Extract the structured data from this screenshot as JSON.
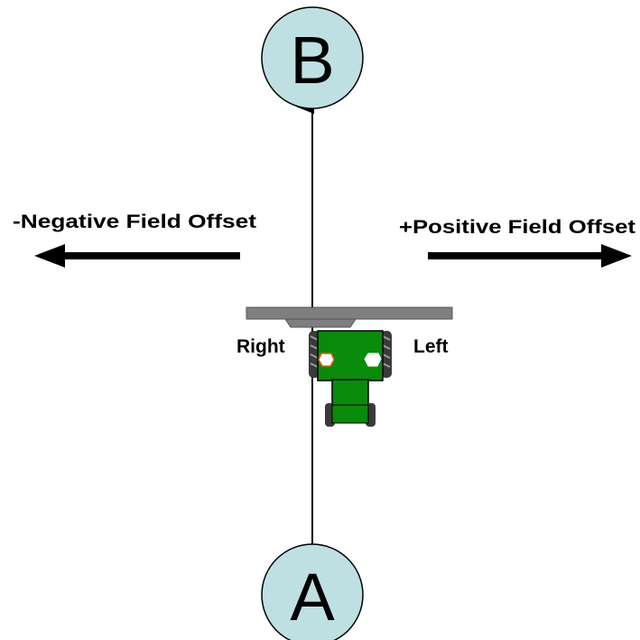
{
  "colors": {
    "background": "#ffffff",
    "node_fill": "#bfe0e2",
    "node_stroke": "#000000",
    "line": "#000000",
    "implement": "#7f7f7f",
    "tractor_body": "#0a8a0a",
    "tractor_body_stroke": "#000000",
    "wheel": "#3a3a3a",
    "light": "#ffffff",
    "light_outline": "#e05a1a"
  },
  "nodes": {
    "start": {
      "label": "A"
    },
    "end": {
      "label": "B"
    }
  },
  "offsets": {
    "negative_label": "-Negative Field Offset",
    "positive_label": "+Positive Field Offset"
  },
  "tractor": {
    "right_label": "Right",
    "left_label": "Left"
  }
}
